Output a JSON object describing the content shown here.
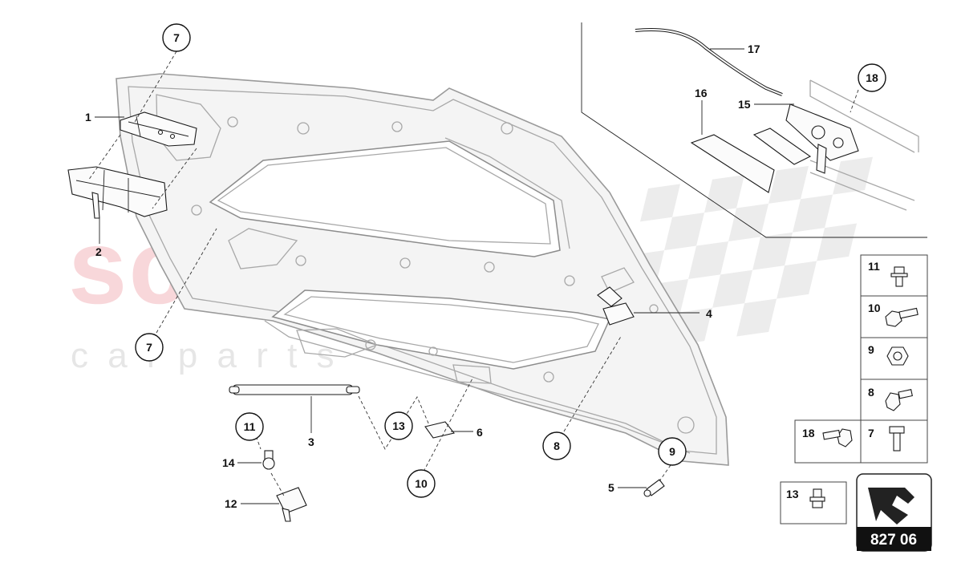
{
  "watermark": {
    "main": "scuderia",
    "sub": "c a r p a r t s"
  },
  "callouts": {
    "c1": "1",
    "c2": "2",
    "c3": "3",
    "c4": "4",
    "c5": "5",
    "c6": "6",
    "c7a": "7",
    "c7b": "7",
    "c8": "8",
    "c9": "9",
    "c10": "10",
    "c11": "11",
    "c12": "12",
    "c13": "13",
    "c14": "14",
    "c15": "15",
    "c16": "16",
    "c17": "17",
    "c18": "18"
  },
  "legend": {
    "r11": "11",
    "r10": "10",
    "r9": "9",
    "r8": "8",
    "r7": "7",
    "r18": "18",
    "r13": "13"
  },
  "diagram_code": "827 06"
}
